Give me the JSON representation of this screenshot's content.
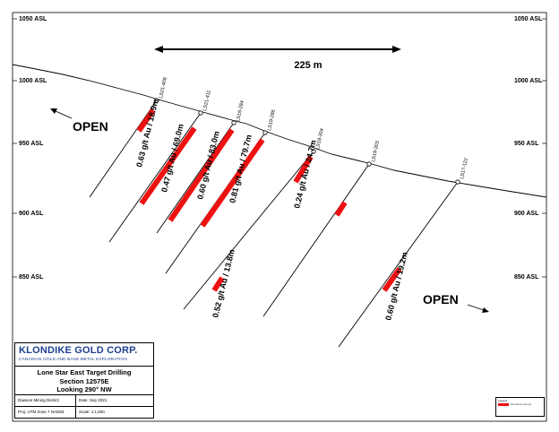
{
  "elevations": [
    {
      "label": "1050 ASL",
      "value": 1050
    },
    {
      "label": "1000 ASL",
      "value": 1000
    },
    {
      "label": "950 ASL",
      "value": 950
    },
    {
      "label": "900 ASL",
      "value": 900
    },
    {
      "label": "850 ASL",
      "value": 850
    }
  ],
  "scale_bar": {
    "label": "225 m"
  },
  "open_labels": [
    "OPEN",
    "OPEN"
  ],
  "drill_holes": [
    {
      "id": "LS21-409"
    },
    {
      "id": "LS21-411"
    },
    {
      "id": "LS19-284"
    },
    {
      "id": "LS19-285"
    },
    {
      "id": "LS19-304"
    },
    {
      "id": "LS19-303"
    },
    {
      "id": "LS17-122"
    }
  ],
  "intercepts": [
    {
      "label": "0.63 g/t Au / 18.9m"
    },
    {
      "label": "0.47 g/t Au / 69.0m"
    },
    {
      "label": "0.60 g/t Au / 83.0m"
    },
    {
      "label": "0.81 g/t Au / 79.7m"
    },
    {
      "label": "0.24 g/t Au / 24.7m"
    },
    {
      "label": "0.52 g/t Au / 13.8m"
    },
    {
      "label": "0.60 g/t Au / 19.2m"
    }
  ],
  "title_block": {
    "company": "KLONDIKE GOLD CORP.",
    "tagline": "CANADIAN GOLD AND BASE METAL EXPLORATION",
    "title_line1": "Lone Star East Target Drilling",
    "title_line2": "Section 12575E",
    "title_line3": "Looking 290° NW",
    "district": "Dawson Mining District",
    "date": "Date: Sep 2021",
    "projection": "Proj: UTM Zone 7 NAD83",
    "scale": "Scale: 1:1,500"
  },
  "legend": {
    "title": "Legend",
    "item": "Mineralized intercept"
  },
  "colors": {
    "intercept": "#ee1111",
    "company_blue": "#1d3f8f"
  }
}
